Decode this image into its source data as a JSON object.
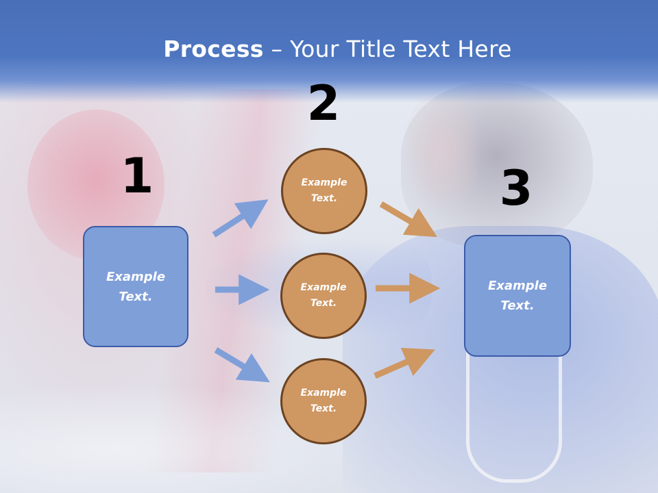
{
  "title": {
    "bold": "Process",
    "rest": " – Your Title Text Here"
  },
  "numbers": [
    "1",
    "2",
    "3"
  ],
  "left_box": {
    "text_line1": "Example",
    "text_line2": "Text."
  },
  "right_box": {
    "text_line1": "Example",
    "text_line2": "Text."
  },
  "circles": [
    {
      "line1": "Example",
      "line2": "Text."
    },
    {
      "line1": "Example",
      "line2": "Text."
    },
    {
      "line1": "Example",
      "line2": "Text."
    }
  ],
  "colors": {
    "title_band": "#4e76c0",
    "box_fill": "#7f9fd9",
    "box_border": "#3a5aa6",
    "circle_fill": "#cf9762",
    "circle_border": "#6b4322",
    "blue_arrow": "#7f9fd9",
    "orange_arrow": "#cf9762"
  }
}
